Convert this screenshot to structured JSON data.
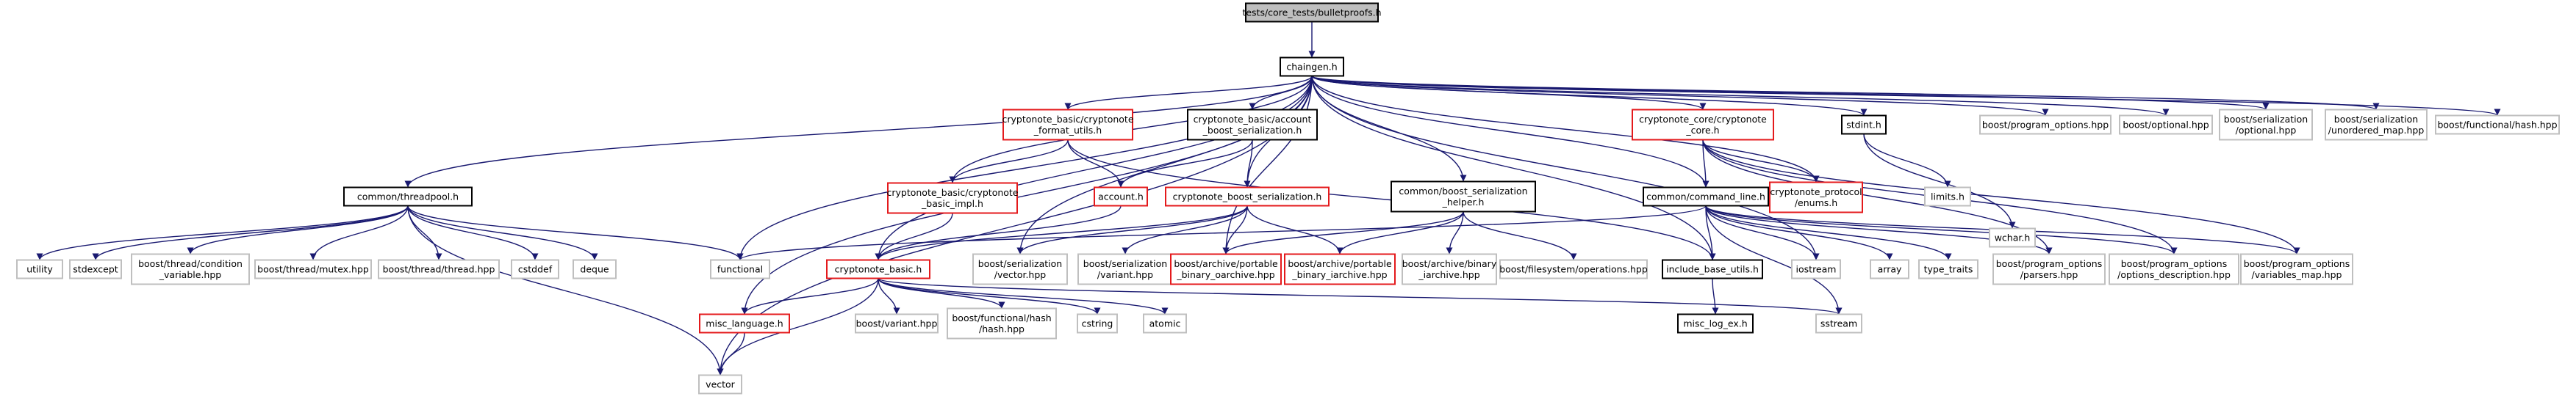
{
  "colors": {
    "edge": "#191970",
    "border_black": "#000000",
    "border_red": "#e41a1c",
    "border_grey": "#bfbfbf",
    "root_fill": "#bfbfbf",
    "text": "#000000"
  },
  "nodes": [
    {
      "id": "root",
      "style": "root",
      "lines": [
        "tests/core_tests/bulletproofs.h"
      ]
    },
    {
      "id": "chaingen",
      "style": "black",
      "lines": [
        "chaingen.h"
      ]
    },
    {
      "id": "threadpool",
      "style": "black",
      "lines": [
        "common/threadpool.h"
      ]
    },
    {
      "id": "format_utils",
      "style": "red",
      "lines": [
        "cryptonote_basic/cryptonote",
        "_format_utils.h"
      ]
    },
    {
      "id": "account_boost",
      "style": "black",
      "lines": [
        "cryptonote_basic/account",
        "_boost_serialization.h"
      ]
    },
    {
      "id": "basic_impl",
      "style": "red",
      "lines": [
        "cryptonote_basic/cryptonote",
        "_basic_impl.h"
      ]
    },
    {
      "id": "account",
      "style": "red",
      "lines": [
        "account.h"
      ]
    },
    {
      "id": "cn_boost_ser",
      "style": "red",
      "lines": [
        "cryptonote_boost_serialization.h"
      ]
    },
    {
      "id": "boost_ser_helper",
      "style": "black",
      "lines": [
        "common/boost_serialization",
        "_helper.h"
      ]
    },
    {
      "id": "cn_core",
      "style": "red",
      "lines": [
        "cryptonote_core/cryptonote",
        "_core.h"
      ]
    },
    {
      "id": "stdint",
      "style": "black",
      "lines": [
        "stdint.h"
      ]
    },
    {
      "id": "cn_protocol_enums",
      "style": "red",
      "lines": [
        "cryptonote_protocol",
        "/enums.h"
      ]
    },
    {
      "id": "limits",
      "style": "grey",
      "lines": [
        "limits.h"
      ]
    },
    {
      "id": "wchar",
      "style": "grey",
      "lines": [
        "wchar.h"
      ]
    },
    {
      "id": "command_line",
      "style": "black",
      "lines": [
        "common/command_line.h"
      ]
    },
    {
      "id": "boost_program_options",
      "style": "grey",
      "lines": [
        "boost/program_options.hpp"
      ]
    },
    {
      "id": "boost_optional",
      "style": "grey",
      "lines": [
        "boost/optional.hpp"
      ]
    },
    {
      "id": "boost_ser_optional",
      "style": "grey",
      "lines": [
        "boost/serialization",
        "/optional.hpp"
      ]
    },
    {
      "id": "boost_ser_unordered_map",
      "style": "grey",
      "lines": [
        "boost/serialization",
        "/unordered_map.hpp"
      ]
    },
    {
      "id": "boost_functional_hash",
      "style": "grey",
      "lines": [
        "boost/functional/hash.hpp"
      ]
    },
    {
      "id": "utility",
      "style": "grey",
      "lines": [
        "utility"
      ]
    },
    {
      "id": "stdexcept",
      "style": "grey",
      "lines": [
        "stdexcept"
      ]
    },
    {
      "id": "boost_thread_condvar",
      "style": "grey",
      "lines": [
        "boost/thread/condition",
        "_variable.hpp"
      ]
    },
    {
      "id": "boost_thread_mutex",
      "style": "grey",
      "lines": [
        "boost/thread/mutex.hpp"
      ]
    },
    {
      "id": "boost_thread_thread",
      "style": "grey",
      "lines": [
        "boost/thread/thread.hpp"
      ]
    },
    {
      "id": "cstddef",
      "style": "grey",
      "lines": [
        "cstddef"
      ]
    },
    {
      "id": "deque",
      "style": "grey",
      "lines": [
        "deque"
      ]
    },
    {
      "id": "functional",
      "style": "grey",
      "lines": [
        "functional"
      ]
    },
    {
      "id": "cn_basic",
      "style": "red",
      "lines": [
        "cryptonote_basic.h"
      ]
    },
    {
      "id": "boost_ser_vector",
      "style": "grey",
      "lines": [
        "boost/serialization",
        "/vector.hpp"
      ]
    },
    {
      "id": "boost_ser_variant",
      "style": "grey",
      "lines": [
        "boost/serialization",
        "/variant.hpp"
      ]
    },
    {
      "id": "portable_binary_oarchive",
      "style": "red",
      "lines": [
        "boost/archive/portable",
        "_binary_oarchive.hpp"
      ]
    },
    {
      "id": "portable_binary_iarchive",
      "style": "red",
      "lines": [
        "boost/archive/portable",
        "_binary_iarchive.hpp"
      ]
    },
    {
      "id": "boost_archive_binary",
      "style": "grey",
      "lines": [
        "boost/archive/binary",
        "_iarchive.hpp"
      ]
    },
    {
      "id": "boost_fs_operations",
      "style": "grey",
      "lines": [
        "boost/filesystem/operations.hpp"
      ]
    },
    {
      "id": "include_base_utils",
      "style": "black",
      "lines": [
        "include_base_utils.h"
      ]
    },
    {
      "id": "iostream",
      "style": "grey",
      "lines": [
        "iostream"
      ]
    },
    {
      "id": "array",
      "style": "grey",
      "lines": [
        "array"
      ]
    },
    {
      "id": "type_traits",
      "style": "grey",
      "lines": [
        "type_traits"
      ]
    },
    {
      "id": "po_parsers",
      "style": "grey",
      "lines": [
        "boost/program_options",
        "/parsers.hpp"
      ]
    },
    {
      "id": "po_options_description",
      "style": "grey",
      "lines": [
        "boost/program_options",
        "/options_description.hpp"
      ]
    },
    {
      "id": "po_variables_map",
      "style": "grey",
      "lines": [
        "boost/program_options",
        "/variables_map.hpp"
      ]
    },
    {
      "id": "misc_language",
      "style": "red",
      "lines": [
        "misc_language.h"
      ]
    },
    {
      "id": "boost_variant",
      "style": "grey",
      "lines": [
        "boost/variant.hpp"
      ]
    },
    {
      "id": "boost_functional_hash_hash",
      "style": "grey",
      "lines": [
        "boost/functional/hash",
        "/hash.hpp"
      ]
    },
    {
      "id": "cstring",
      "style": "grey",
      "lines": [
        "cstring"
      ]
    },
    {
      "id": "atomic",
      "style": "grey",
      "lines": [
        "atomic"
      ]
    },
    {
      "id": "sstream",
      "style": "grey",
      "lines": [
        "sstream"
      ]
    },
    {
      "id": "misc_log_ex",
      "style": "black",
      "lines": [
        "misc_log_ex.h"
      ]
    },
    {
      "id": "vector",
      "style": "grey",
      "lines": [
        "vector"
      ]
    }
  ],
  "edges": [
    [
      "root",
      "chaingen"
    ],
    [
      "chaingen",
      "threadpool"
    ],
    [
      "chaingen",
      "vector"
    ],
    [
      "chaingen",
      "functional"
    ],
    [
      "chaingen",
      "misc_language"
    ],
    [
      "chaingen",
      "cn_basic"
    ],
    [
      "chaingen",
      "basic_impl"
    ],
    [
      "chaingen",
      "format_utils"
    ],
    [
      "chaingen",
      "account_boost"
    ],
    [
      "chaingen",
      "cn_boost_ser"
    ],
    [
      "chaingen",
      "boost_ser_vector"
    ],
    [
      "chaingen",
      "portable_binary_oarchive"
    ],
    [
      "chaingen",
      "boost_ser_helper"
    ],
    [
      "chaingen",
      "include_base_utils"
    ],
    [
      "chaingen",
      "iostream"
    ],
    [
      "chaingen",
      "command_line"
    ],
    [
      "chaingen",
      "cn_core"
    ],
    [
      "chaingen",
      "cn_protocol_enums"
    ],
    [
      "chaingen",
      "stdint"
    ],
    [
      "chaingen",
      "boost_program_options"
    ],
    [
      "chaingen",
      "boost_optional"
    ],
    [
      "chaingen",
      "boost_ser_optional"
    ],
    [
      "chaingen",
      "boost_ser_unordered_map"
    ],
    [
      "chaingen",
      "boost_functional_hash"
    ],
    [
      "threadpool",
      "utility"
    ],
    [
      "threadpool",
      "stdexcept"
    ],
    [
      "threadpool",
      "boost_thread_condvar"
    ],
    [
      "threadpool",
      "boost_thread_mutex"
    ],
    [
      "threadpool",
      "boost_thread_thread"
    ],
    [
      "threadpool",
      "cstddef"
    ],
    [
      "threadpool",
      "deque"
    ],
    [
      "threadpool",
      "functional"
    ],
    [
      "threadpool",
      "vector"
    ],
    [
      "format_utils",
      "basic_impl"
    ],
    [
      "format_utils",
      "account"
    ],
    [
      "format_utils",
      "include_base_utils"
    ],
    [
      "account_boost",
      "account"
    ],
    [
      "account_boost",
      "cn_boost_ser"
    ],
    [
      "basic_impl",
      "cn_basic"
    ],
    [
      "account",
      "cn_basic"
    ],
    [
      "cn_boost_ser",
      "cn_basic"
    ],
    [
      "cn_boost_ser",
      "boost_ser_vector"
    ],
    [
      "cn_boost_ser",
      "boost_ser_variant"
    ],
    [
      "cn_boost_ser",
      "portable_binary_oarchive"
    ],
    [
      "cn_boost_ser",
      "portable_binary_iarchive"
    ],
    [
      "boost_ser_helper",
      "portable_binary_oarchive"
    ],
    [
      "boost_ser_helper",
      "portable_binary_iarchive"
    ],
    [
      "boost_ser_helper",
      "boost_archive_binary"
    ],
    [
      "boost_ser_helper",
      "boost_fs_operations"
    ],
    [
      "cn_core",
      "cn_protocol_enums"
    ],
    [
      "cn_core",
      "command_line"
    ],
    [
      "cn_core",
      "po_parsers"
    ],
    [
      "cn_core",
      "po_options_description"
    ],
    [
      "cn_core",
      "po_variables_map"
    ],
    [
      "stdint",
      "limits"
    ],
    [
      "stdint",
      "wchar"
    ],
    [
      "command_line",
      "functional"
    ],
    [
      "command_line",
      "include_base_utils"
    ],
    [
      "command_line",
      "iostream"
    ],
    [
      "command_line",
      "sstream"
    ],
    [
      "command_line",
      "array"
    ],
    [
      "command_line",
      "type_traits"
    ],
    [
      "command_line",
      "po_parsers"
    ],
    [
      "command_line",
      "po_options_description"
    ],
    [
      "command_line",
      "po_variables_map"
    ],
    [
      "cn_basic",
      "misc_language"
    ],
    [
      "cn_basic",
      "boost_variant"
    ],
    [
      "cn_basic",
      "boost_functional_hash_hash"
    ],
    [
      "cn_basic",
      "cstring"
    ],
    [
      "cn_basic",
      "atomic"
    ],
    [
      "cn_basic",
      "vector"
    ],
    [
      "cn_basic",
      "sstream"
    ],
    [
      "misc_language",
      "vector"
    ],
    [
      "include_base_utils",
      "misc_log_ex"
    ]
  ]
}
